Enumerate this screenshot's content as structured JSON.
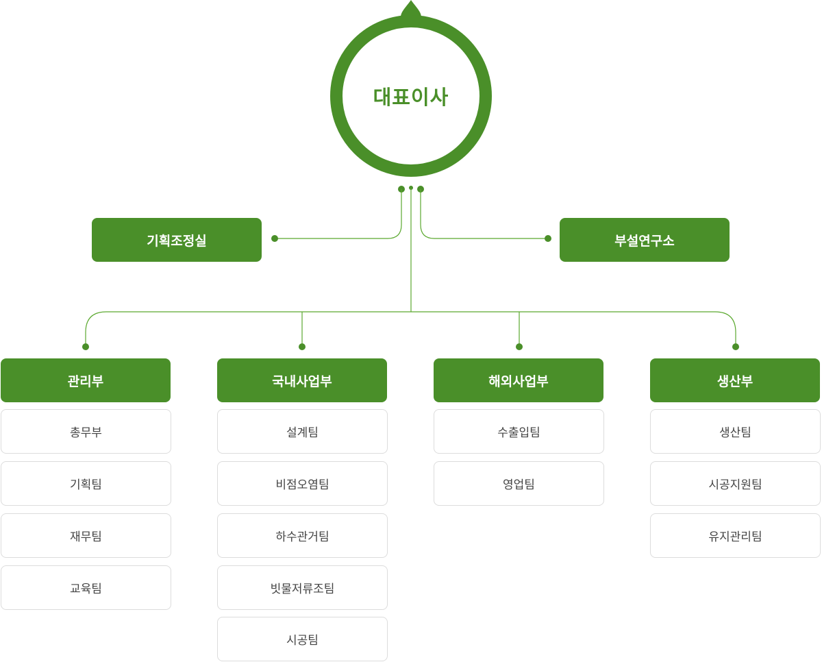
{
  "ceo": {
    "label": "대표이사"
  },
  "staff": {
    "left": {
      "label": "기획조정실"
    },
    "right": {
      "label": "부설연구소"
    }
  },
  "departments": [
    {
      "label": "관리부",
      "teams": [
        "총무부",
        "기획팀",
        "재무팀",
        "교육팀"
      ]
    },
    {
      "label": "국내사업부",
      "teams": [
        "설계팀",
        "비점오염팀",
        "하수관거팀",
        "빗물저류조팀",
        "시공팀"
      ]
    },
    {
      "label": "해외사업부",
      "teams": [
        "수출입팀",
        "영업팀"
      ]
    },
    {
      "label": "생산부",
      "teams": [
        "생산팀",
        "시공지원팀",
        "유지관리팀"
      ]
    }
  ],
  "colors": {
    "primary": "#4a8f29",
    "line": "#5aa82e",
    "team_border": "#dcdcdc",
    "team_text": "#444444"
  },
  "icons": {
    "ceo_top": "water-drop-icon"
  }
}
